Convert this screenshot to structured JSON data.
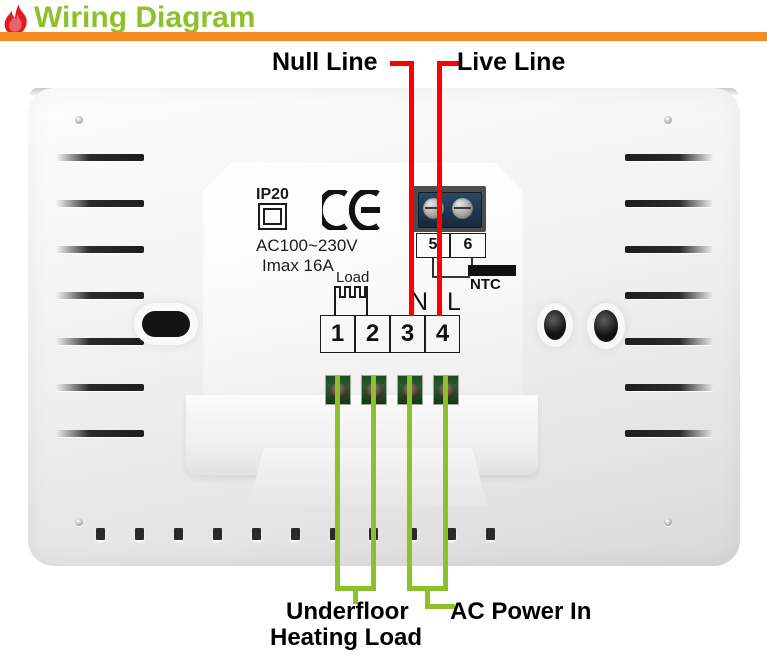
{
  "header": {
    "title": "Wiring Diagram",
    "icon": "flame-icon",
    "title_color": "#8CC12A",
    "rule_color": "#F58A20",
    "flame_color": "#E01B24"
  },
  "callouts": {
    "null_line": "Null Line",
    "live_line": "Live Line",
    "underfloor_line1": "Underfloor",
    "underfloor_line2": "Heating Load",
    "ac_power": "AC Power In"
  },
  "wire_colors": {
    "mains": "#FF0000",
    "callout": "#8CC12A"
  },
  "device": {
    "markings": {
      "ip_rating": "IP20",
      "ip_symbol": "double-square-class-II-icon",
      "certification": "CE",
      "voltage": "AC100~230V",
      "current": "Imax 16A",
      "load_label": "Load",
      "load_symbol": "resistive-heating-element-icon",
      "ntc_label": "NTC",
      "ntc_symbol": "thermistor-icon"
    },
    "terminals": [
      {
        "number": "1",
        "function": "underfloor-heating-load"
      },
      {
        "number": "2",
        "function": "underfloor-heating-load"
      },
      {
        "number": "3",
        "function": "ac-power-in-neutral"
      },
      {
        "number": "4",
        "function": "ac-power-in-live"
      }
    ],
    "terminal_phase_labels": [
      {
        "label": "N",
        "terminal": "3"
      },
      {
        "label": "L",
        "terminal": "4"
      }
    ],
    "sensor_terminals": [
      {
        "number": "5"
      },
      {
        "number": "6"
      }
    ]
  }
}
